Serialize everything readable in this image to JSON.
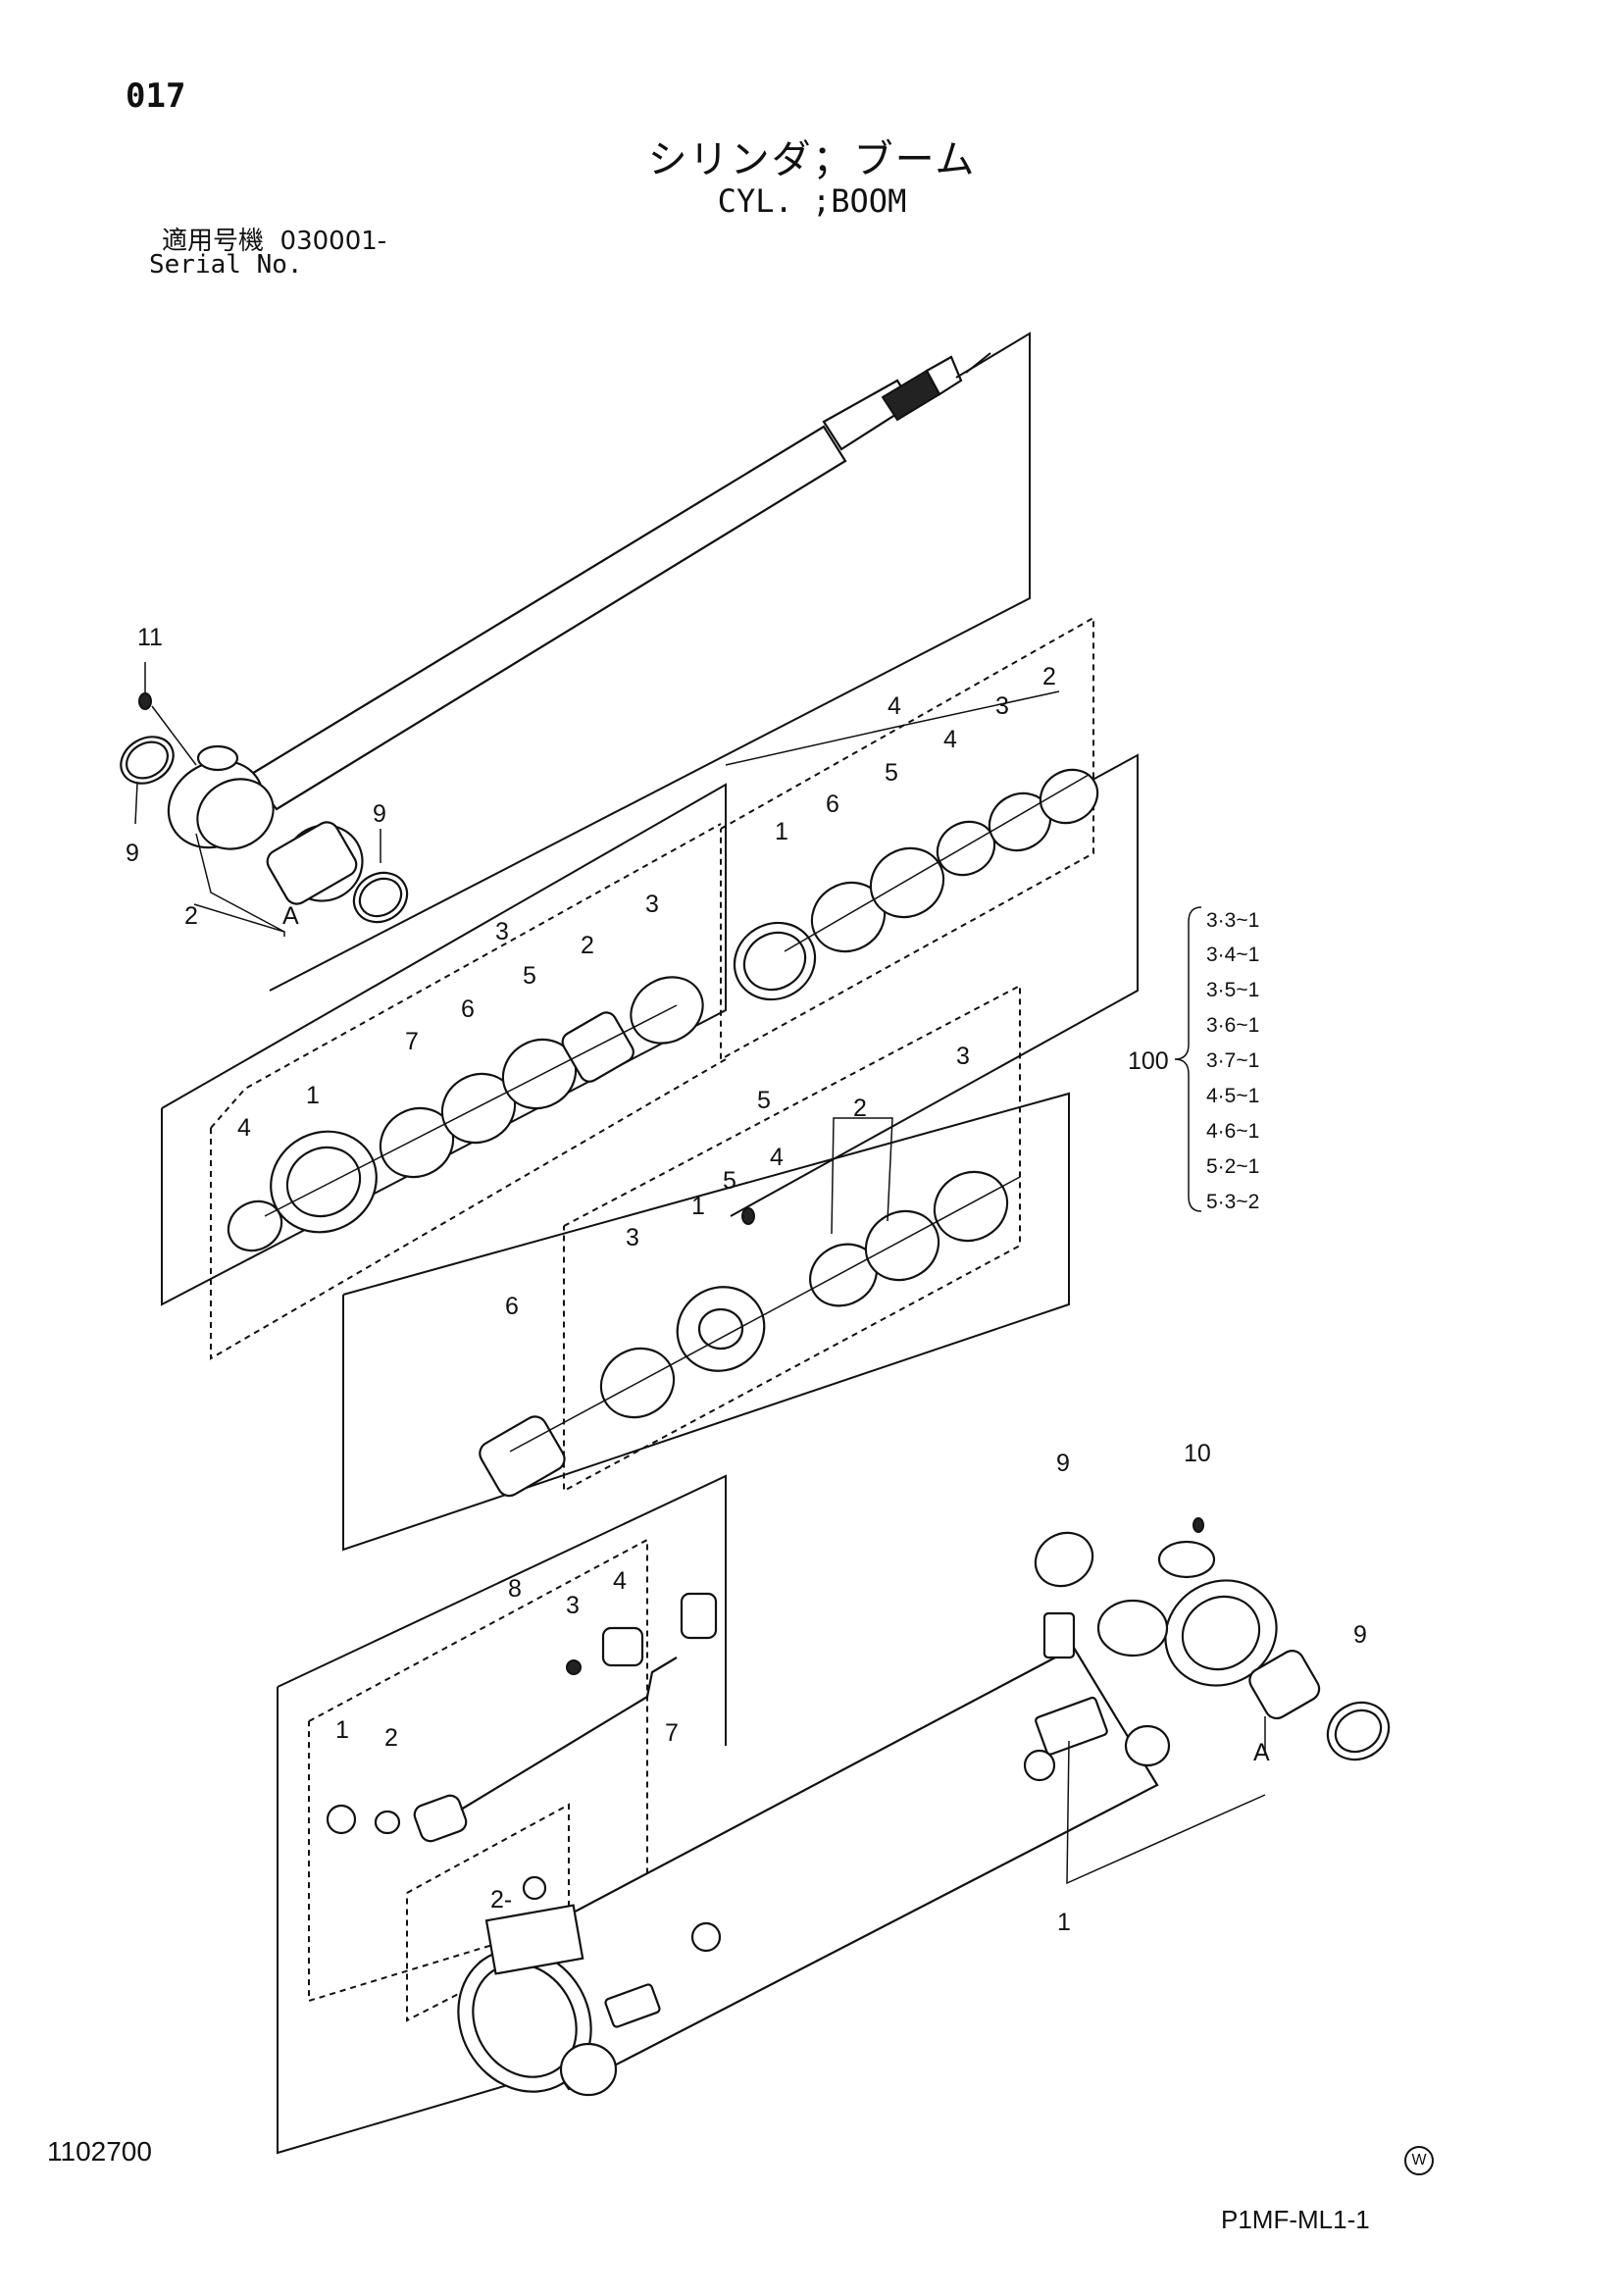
{
  "header": {
    "page_number": "017",
    "title_ja": "シリンダ；ブーム",
    "title_en": "CYL. ;BOOM",
    "serial_label_ja": "適用号機",
    "serial_value": "030001-",
    "serial_label_en": "Serial No."
  },
  "footer": {
    "doc_number": "1102700",
    "ref_code": "P1MF-ML1-1",
    "mark": "W"
  },
  "callouts": {
    "rod_group": {
      "c11": "11",
      "c9a": "9",
      "c9b": "9",
      "c2": "2",
      "cA": "A"
    },
    "group4": {
      "header": "4",
      "c1": "1",
      "c6": "6",
      "c5": "5",
      "c4": "4",
      "c3": "3",
      "c2": "2"
    },
    "group3": {
      "header": "3",
      "c4": "4",
      "c1": "1",
      "c7": "7",
      "c6": "6",
      "c5": "5",
      "c2": "2",
      "c3": "3"
    },
    "group5": {
      "header": "5",
      "c3": "3",
      "c1": "1",
      "c5": "5",
      "c4": "4",
      "c2": "2",
      "c3b": "3",
      "c6": "6"
    },
    "group8": {
      "header": "8",
      "c3": "3",
      "c4": "4",
      "c7": "7",
      "c1": "1",
      "c2": "2",
      "c2b": "2-"
    },
    "tube_group": {
      "c9a": "9",
      "c10": "10",
      "c9b": "9",
      "cA": "A",
      "c1": "1"
    }
  },
  "kit": {
    "number": "100",
    "items": [
      "3·3~1",
      "3·4~1",
      "3·5~1",
      "3·6~1",
      "3·7~1",
      "4·5~1",
      "4·6~1",
      "5·2~1",
      "5·3~2"
    ]
  }
}
